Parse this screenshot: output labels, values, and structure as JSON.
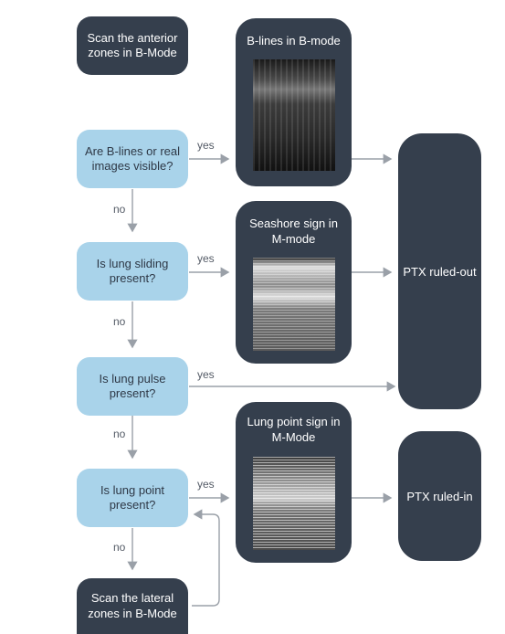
{
  "nodes": {
    "scan_anterior": "Scan the anterior zones in B-Mode",
    "q_blines": "Are B-lines or real images visible?",
    "q_sliding": "Is lung sliding present?",
    "q_pulse": "Is lung pulse present?",
    "q_point": "Is lung point present?",
    "scan_lateral": "Scan the lateral zones in B-Mode"
  },
  "panels": {
    "blines": "B-lines in B-mode",
    "seashore": "Seashore sign in M-mode",
    "lungpoint": "Lung point sign in M-Mode"
  },
  "outcomes": {
    "ruled_out": "PTX ruled-out",
    "ruled_in": "PTX ruled-in"
  },
  "labels": {
    "yes": "yes",
    "no": "no"
  },
  "colors": {
    "dark_box": "#353f4d",
    "question_box": "#a9d3ea",
    "arrow": "#9aa0a8"
  }
}
